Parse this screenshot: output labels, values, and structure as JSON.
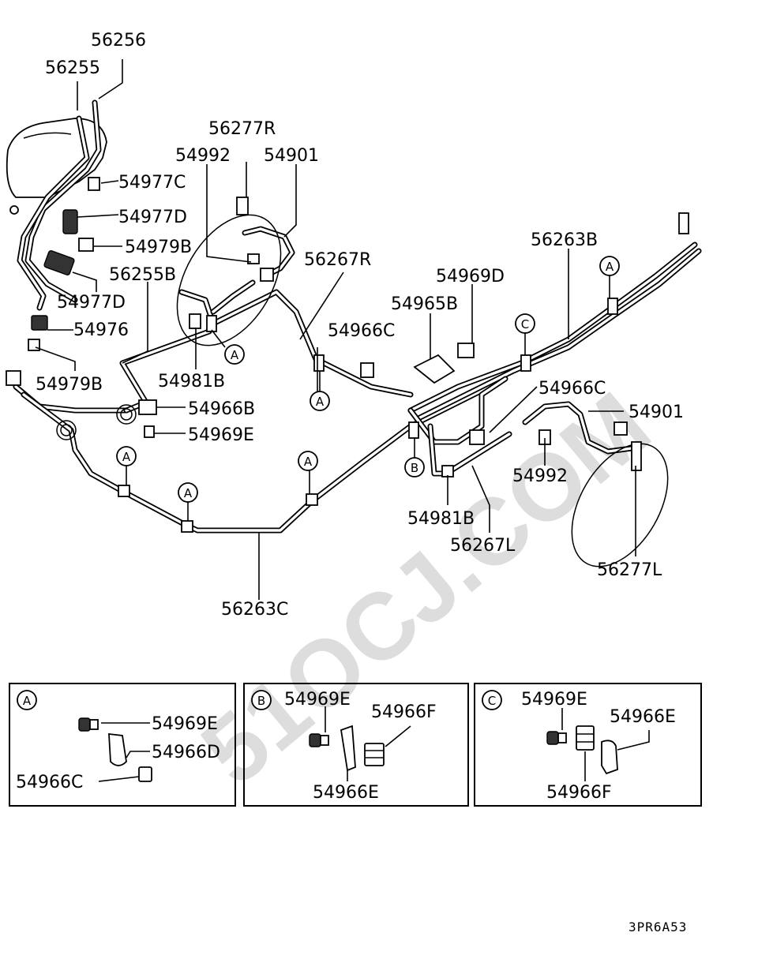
{
  "watermark": "51OCJ.COM",
  "diagram_code": "3PR6A53",
  "part_labels": [
    {
      "id": "l56256",
      "text": "56256"
    },
    {
      "id": "l56255",
      "text": "56255"
    },
    {
      "id": "l56277R",
      "text": "56277R"
    },
    {
      "id": "l54992a",
      "text": "54992"
    },
    {
      "id": "l54901a",
      "text": "54901"
    },
    {
      "id": "l54977C",
      "text": "54977C"
    },
    {
      "id": "l54977Da",
      "text": "54977D"
    },
    {
      "id": "l54979Ba",
      "text": "54979B"
    },
    {
      "id": "l56255B",
      "text": "56255B"
    },
    {
      "id": "l56267R",
      "text": "56267R"
    },
    {
      "id": "l56263B",
      "text": "56263B"
    },
    {
      "id": "l54969D",
      "text": "54969D"
    },
    {
      "id": "l54965B",
      "text": "54965B"
    },
    {
      "id": "l54977Db",
      "text": "54977D"
    },
    {
      "id": "l54976",
      "text": "54976"
    },
    {
      "id": "l54966Ca",
      "text": "54966C"
    },
    {
      "id": "l54981Ba",
      "text": "54981B"
    },
    {
      "id": "l54979Bb",
      "text": "54979B"
    },
    {
      "id": "l54966B",
      "text": "54966B"
    },
    {
      "id": "l54969E",
      "text": "54969E"
    },
    {
      "id": "l54966Cb",
      "text": "54966C"
    },
    {
      "id": "l54901b",
      "text": "54901"
    },
    {
      "id": "l54992b",
      "text": "54992"
    },
    {
      "id": "l54981Bb",
      "text": "54981B"
    },
    {
      "id": "l56267L",
      "text": "56267L"
    },
    {
      "id": "l56277L",
      "text": "56277L"
    },
    {
      "id": "l56263C",
      "text": "56263C"
    }
  ],
  "callouts": {
    "a": "A",
    "b": "B",
    "c": "C"
  },
  "detail_boxes": [
    {
      "key": "A",
      "labels": [
        "54969E",
        "54966D",
        "54966C"
      ]
    },
    {
      "key": "B",
      "labels": [
        "54969E",
        "54966F",
        "54966E"
      ]
    },
    {
      "key": "C",
      "labels": [
        "54969E",
        "54966E",
        "54966F"
      ]
    }
  ]
}
